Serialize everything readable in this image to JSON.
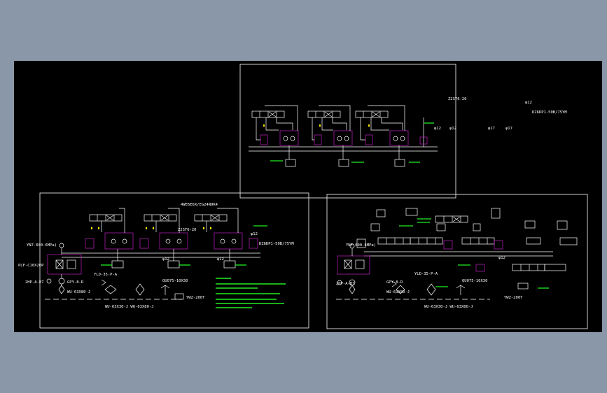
{
  "colors": {
    "window_bg": "#8a97a8",
    "canvas_bg": "#000000",
    "frame": "#ffffff",
    "line": "#ffffff",
    "annotation": "#22ee22",
    "highlight": "#c020c0",
    "port": "#ffee00"
  },
  "top_panel": {
    "labels": {
      "valve_top_right": "Z2ST6-20",
      "pipe_size": "φ12",
      "relief_valve": "DZ6DP1-50B/75YM",
      "pipe_a": "φ12",
      "pipe_b": "φ12",
      "pipe_c": "φ17",
      "pipe_d": "φ17"
    }
  },
  "left_panel": {
    "labels": {
      "manifold": "4WE6E6X/EG24N9K4",
      "z2s": "Z2ST6-20",
      "dz": "DZ6DP1-50B/75YM",
      "pipe_size": "φ12",
      "relief": "YN7-600-6MPa)",
      "pump_motor": "PLF-C10X20P",
      "pressure": "2HP-A-B7",
      "pump": "GPY-8-R",
      "filter": "WU-63X80-J",
      "level": "YLD-35-P-A",
      "heater": "QU075-10X30",
      "breather": "YWZ-200T",
      "bottom_filters": "WU-63X30-J  WU-63X80-J",
      "pipe_a": "φ12",
      "pipe_b": "φ12"
    }
  },
  "right_panel": {
    "labels": {
      "relief": "YN7-600-6MPa)",
      "pressure": "2HP-A-B7",
      "pump": "GPY-8-R",
      "filter": "WU-63X80-J",
      "level": "YLD-35-P-A",
      "heater": "QU075-10X30",
      "breather": "YWZ-200T",
      "bottom_filters": "WU-63X30-J  WU-63X80-J",
      "pipe_a": "φ12"
    }
  }
}
